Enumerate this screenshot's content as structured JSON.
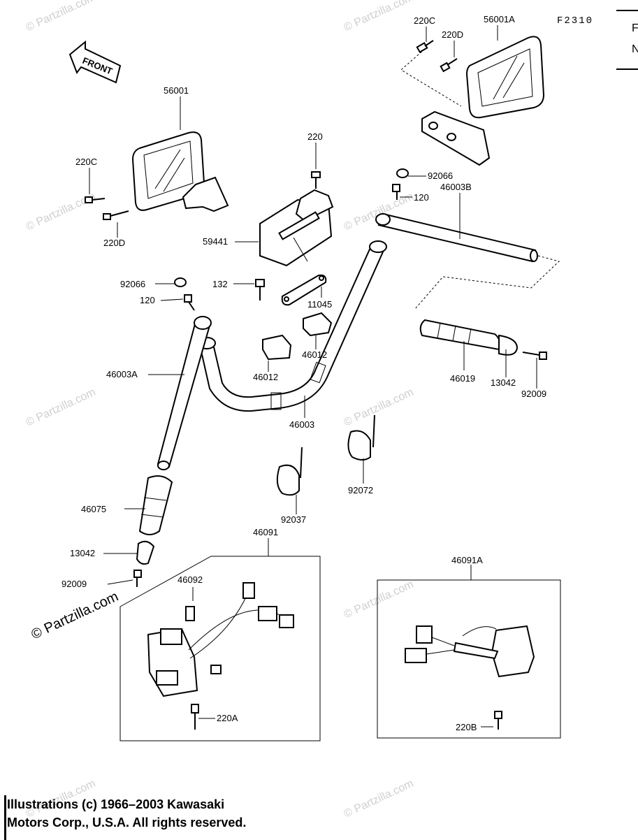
{
  "figure_id": "F2310",
  "front_label": "FRONT",
  "watermark": "© Partzilla.com",
  "copyright_line1": "Illustrations (c) 1966–2003 Kawasaki",
  "copyright_line2": "Motors Corp., U.S.A.  All rights reserved.",
  "edge_text": [
    "F",
    "N"
  ],
  "labels": {
    "l220C_top": "220C",
    "l56001A": "56001A",
    "l220D_top": "220D",
    "l56001": "56001",
    "l220": "220",
    "l220C_left": "220C",
    "l220D_left": "220D",
    "l92066_right": "92066",
    "l120_right": "120",
    "l46003B": "46003B",
    "l59441": "59441",
    "l92066_left": "92066",
    "l132": "132",
    "l120_left": "120",
    "l11045": "11045",
    "l46012_a": "46012",
    "l46012_b": "46012",
    "l46003A": "46003A",
    "l46003": "46003",
    "l46019": "46019",
    "l13042_right": "13042",
    "l92009_right": "92009",
    "l46075": "46075",
    "l92037": "92037",
    "l92072": "92072",
    "l13042_left": "13042",
    "l92009_left": "92009",
    "l46091": "46091",
    "l46092": "46092",
    "l220A": "220A",
    "l46091A": "46091A",
    "l220B": "220B"
  }
}
